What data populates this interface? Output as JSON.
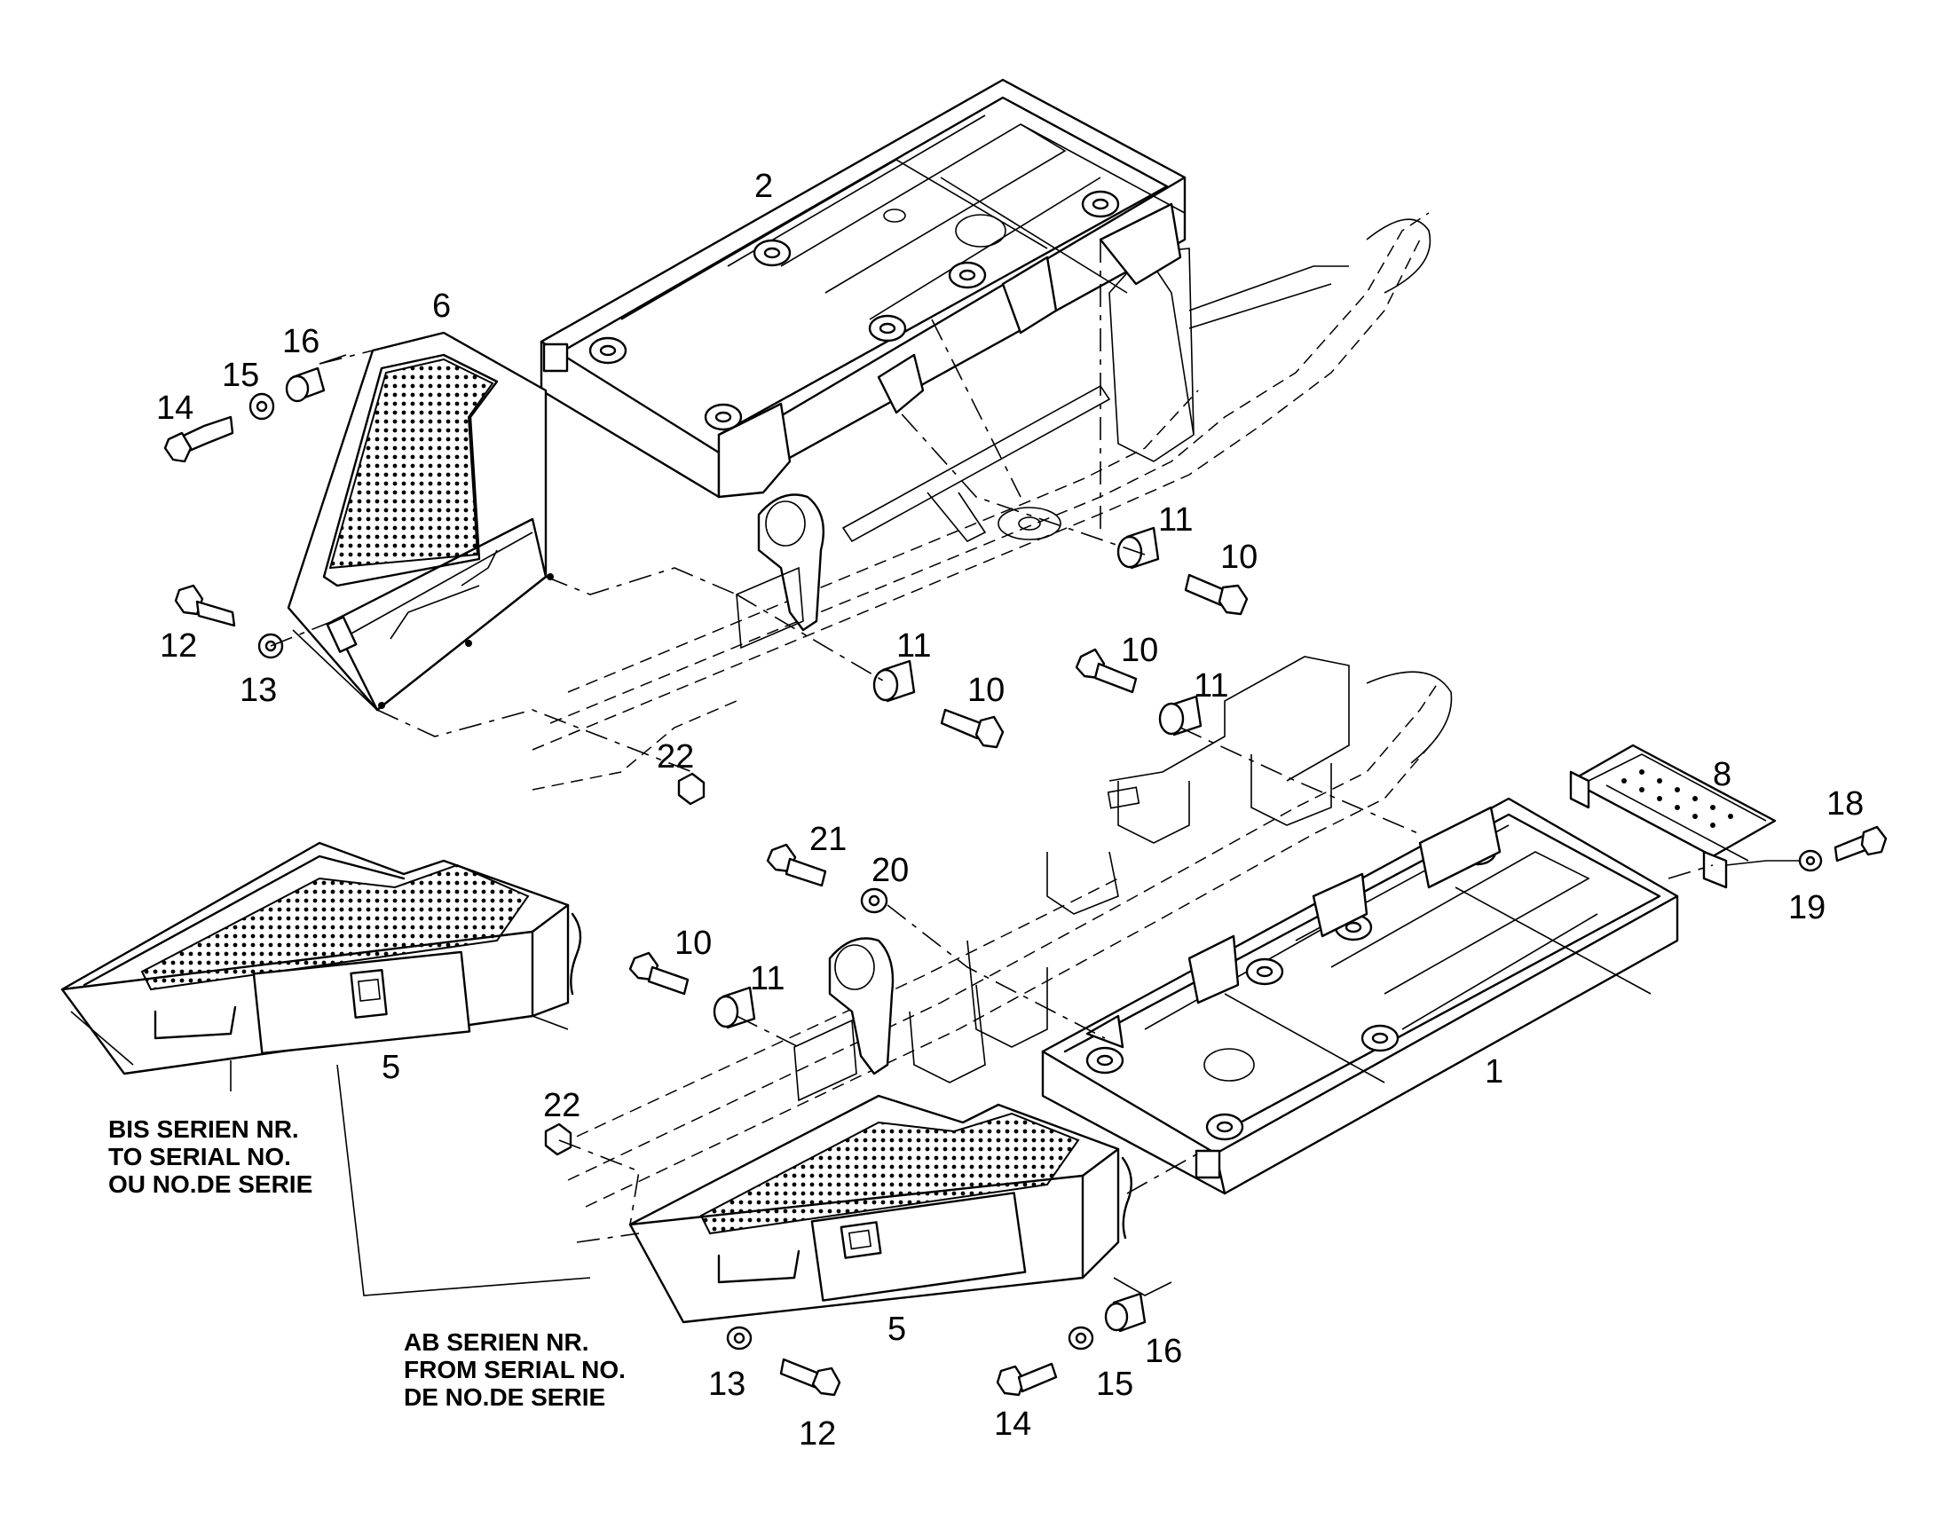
{
  "callouts": [
    {
      "id": "c2",
      "label": "2"
    },
    {
      "id": "c6",
      "label": "6"
    },
    {
      "id": "c16a",
      "label": "16"
    },
    {
      "id": "c15a",
      "label": "15"
    },
    {
      "id": "c14a",
      "label": "14"
    },
    {
      "id": "c11a",
      "label": "11"
    },
    {
      "id": "c10a",
      "label": "10"
    },
    {
      "id": "c12a",
      "label": "12"
    },
    {
      "id": "c13a",
      "label": "13"
    },
    {
      "id": "c11b",
      "label": "11"
    },
    {
      "id": "c10b",
      "label": "10"
    },
    {
      "id": "c10c",
      "label": "10"
    },
    {
      "id": "c11c",
      "label": "11"
    },
    {
      "id": "c22a",
      "label": "22"
    },
    {
      "id": "c8",
      "label": "8"
    },
    {
      "id": "c18",
      "label": "18"
    },
    {
      "id": "c19",
      "label": "19"
    },
    {
      "id": "c21",
      "label": "21"
    },
    {
      "id": "c20",
      "label": "20"
    },
    {
      "id": "c10d",
      "label": "10"
    },
    {
      "id": "c11d",
      "label": "11"
    },
    {
      "id": "c5a",
      "label": "5"
    },
    {
      "id": "c1",
      "label": "1"
    },
    {
      "id": "c22b",
      "label": "22"
    },
    {
      "id": "c5b",
      "label": "5"
    },
    {
      "id": "c16b",
      "label": "16"
    },
    {
      "id": "c15b",
      "label": "15"
    },
    {
      "id": "c13b",
      "label": "13"
    },
    {
      "id": "c14b",
      "label": "14"
    },
    {
      "id": "c12b",
      "label": "12"
    }
  ],
  "notes": {
    "before": [
      "BIS SERIEN NR.",
      "TO SERIAL NO.",
      "OU NO.DE SERIE"
    ],
    "after": [
      "AB SERIEN NR.",
      "FROM SERIAL NO.",
      "DE NO.DE SERIE"
    ]
  }
}
